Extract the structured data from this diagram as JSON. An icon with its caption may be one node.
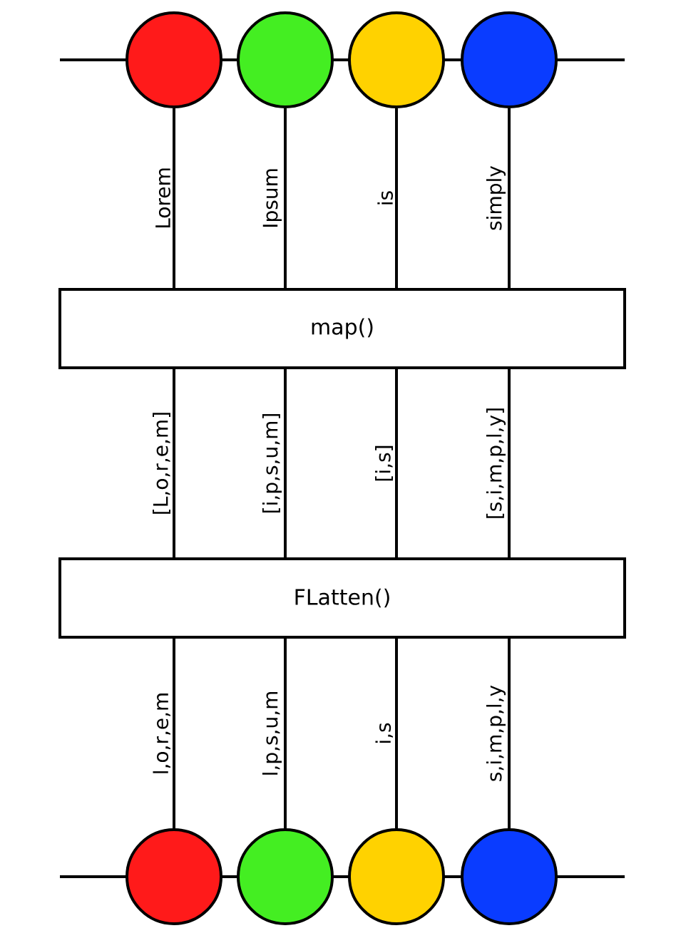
{
  "diagram": {
    "nodes": [
      {
        "text": [],
        "shape": "circle"
      },
      {
        "text": [],
        "shape": "circle"
      },
      {
        "text": [],
        "shape": "circle"
      },
      {
        "text": [],
        "shape": "circle"
      },
      {
        "text": [
          "map()"
        ]
      },
      {
        "text": [
          "FLatten()"
        ]
      },
      {
        "text": [],
        "shape": "circle"
      },
      {
        "text": [],
        "shape": "circle"
      },
      {
        "text": [],
        "shape": "circle"
      },
      {
        "text": [],
        "shape": "circle"
      }
    ],
    "edges": [
      {
        "from": 0,
        "to": 4,
        "arrow": "none",
        "label": "Lorem"
      },
      {
        "from": 1,
        "to": 4,
        "arrow": "none",
        "label": "Ipsum"
      },
      {
        "from": 2,
        "to": 4,
        "arrow": "none",
        "label": "is"
      },
      {
        "from": 3,
        "to": 4,
        "arrow": "none",
        "label": "simply"
      },
      {
        "from": 4,
        "to": 5,
        "arrow": "none",
        "label": "[L,o,r,e,m]"
      },
      {
        "from": 4,
        "to": 5,
        "arrow": "none",
        "label": "[i,p,s,u,m]"
      },
      {
        "from": 4,
        "to": 5,
        "arrow": "none",
        "label": "[i,s]"
      },
      {
        "from": 4,
        "to": 5,
        "arrow": "none",
        "label": "[s,i,m,p,l,y]"
      },
      {
        "from": 5,
        "to": 6,
        "arrow": "none",
        "label": "l,o,r,e,m"
      },
      {
        "from": 5,
        "to": 7,
        "arrow": "none",
        "label": "l,p,s,u,m"
      },
      {
        "from": 5,
        "to": 8,
        "arrow": "none",
        "label": "i,s"
      },
      {
        "from": 5,
        "to": 9,
        "arrow": "none",
        "label": "s,i,m,p,l,y"
      }
    ]
  }
}
